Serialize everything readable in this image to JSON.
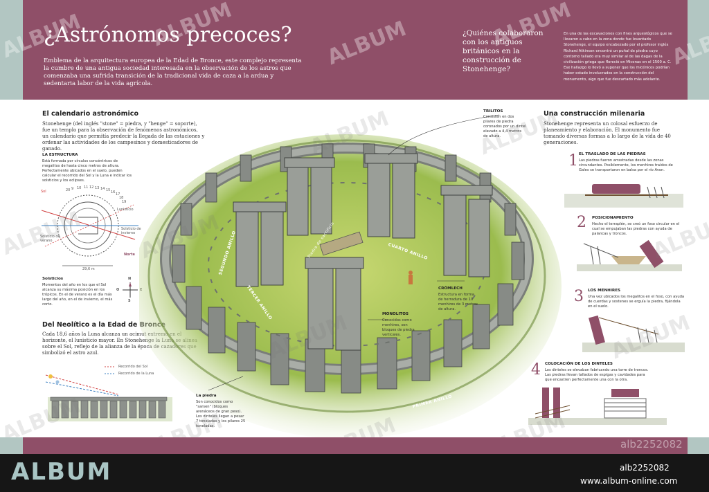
{
  "header": {
    "title": "¿Astrónomos precoces?",
    "lead": "Emblema de la arquitectura europea de la Edad de Bronce, este complejo representa la cumbre de una antigua sociedad interesada en la observación de los astros que comenzaba una sufrida transición de la tradicional vida de caza a la ardua y sedentaria labor de la vida agrícola.",
    "question": "¿Quiénes colaboraron con los antiguos británicos en la construcción de Stonehenge?",
    "excavation": "En una de las excavaciones con fines arqueológicos que se llevaron a cabo en la zona donde fue levantado Stonehenge, el equipo encabezado por el profesor inglés Richard Atkinson encontró un puñal de piedra cuyo contorno tallado era muy similar al de las dagas de la civilización griega que floreció en Micenas en el 1500 a. C. Ese hallazgo lo llevó a suponer que los micénicos podrían haber estado involucrados en la construcción del monumento, algo que fue descartado más adelante."
  },
  "left": {
    "calendar_title": "El calendario astronómico",
    "calendar_text": "Stonehenge (del inglés \"stone\" = piedra, y \"henge\" = soporte), fue un templo para la observación de fenómenos astronómicos, un calendario que permitía predecir la llegada de las estaciones y ordenar las actividades de los campesinos y domesticadores de ganado.",
    "structure_title": "LA ESTRUCTURA",
    "structure_text": "Está formada por círculos concéntricos de megalitos de hasta cinco metros de altura. Perfectamente ubicados en el suelo, pueden calcular el recorrido del Sol y la Luna e indicar los solsticios y los eclipses.",
    "diagram": {
      "sun": "Sol",
      "lunistice": "Lunisticio",
      "summer": "Solsticio de verano",
      "winter": "Solsticio de invierno",
      "north": "Norte",
      "scale": "29,6 m",
      "numbers": [
        "9",
        "10",
        "11",
        "12",
        "13",
        "14",
        "15",
        "16",
        "17",
        "18",
        "19",
        "20"
      ]
    },
    "solstice_title": "Solsticios",
    "solstice_text": "Momentos del año en los que el Sol alcanza su máxima posición en los trópicos. En el de verano es el día más largo del año, en el de invierno, el más corto.",
    "compass": {
      "n": "N",
      "s": "S",
      "e": "E",
      "o": "O"
    },
    "bronze_title": "Del Neolítico a la Edad de Bronce",
    "bronze_text": "Cada 18,6 años la Luna alcanza un acimut extremo en el horizonte, el lunisticio mayor. En Stonehenge la Luna se alinea sobre el Sol, reflejo de la alianza de la época de cazadores que simbolizó el astro azul.",
    "legend_sun": "Recorrido del Sol",
    "legend_moon": "Recorrido de la Luna"
  },
  "center": {
    "trilitos_title": "TRILITOS",
    "trilitos_text": "Consisten en dos pilares de piedra coronados por un dintel elevado a 4,4 metros de altura.",
    "cromlech_title": "CRÓMLECH",
    "cromlech_text": "Estructura en forma de herradura de 10 menhires de 3 metros de altura.",
    "monolitos_title": "MONOLITOS",
    "monolitos_text": "Conocidos como menhires, son bloques de piedra verticales.",
    "piedra_title": "La piedra",
    "piedra_text": "Son conocidos como \"sarsen\" (bloques arenáceos de gran peso). Los dinteles llegan a pesar 7 toneladas y los pilares 25 toneladas.",
    "rings": {
      "segundo": "SEGUNDO ANILLO",
      "tercer": "TERCER ANILLO",
      "cuarto": "CUARTO ANILLO",
      "primer": "PRIMER ANILLO",
      "altar": "Piedra de sacrificio"
    }
  },
  "right": {
    "title": "Una construcción milenaria",
    "text": "Stonehenge representa un colosal esfuerzo de planeamiento y elaboración. El monumento fue tomando diversas formas a lo largo de la vida de 40 generaciones.",
    "steps": [
      {
        "num": "1",
        "title": "EL TRASLADO DE LAS PIEDRAS",
        "text": "Las piedras fueron arrastradas desde las zonas circundantes. Posiblemente, los menhires traídos de Gales se transportaron en balsa por el río Avon."
      },
      {
        "num": "2",
        "title": "POSICIONAMIENTO",
        "text": "Hecho el terraplén, se creó un foso circular en el cual se empujaban las piedras con ayuda de palancas y troncos."
      },
      {
        "num": "3",
        "title": "LOS MENHIRES",
        "text": "Una vez ubicados los megalitos en el foso, con ayuda de cuerdas y sostenes se erguía la piedra, fijándola en el suelo."
      },
      {
        "num": "4",
        "title": "COLOCACIÓN DE LOS DINTELES",
        "text": "Los dinteles se elevaban fabricando una torre de troncos. Las piedras llevan tallados de espigas y cavidades para que encastren perfectamente una con la otra."
      }
    ]
  },
  "footer": {
    "brand": "ALBUM",
    "ref": "alb2252082",
    "url": "www.album-online.com",
    "ref_ghost": "alb2252082"
  },
  "watermarks": [
    "ALBUM",
    "ALBUM",
    "ALBUM",
    "ALBUM",
    "ALBUM",
    "ALBUM",
    "ALBUM",
    "ALBUM",
    "ALBUM",
    "ALBUM",
    "ALBUM",
    "ALBUM",
    "ALBUM",
    "ALBUM",
    "ALBUM",
    "ALBUM"
  ],
  "colors": {
    "header_band": "#8f4f68",
    "side_band": "#b2c6c2",
    "grass": "#8bb04a",
    "stone": "#8d918c",
    "brand": "#a9c5c4"
  }
}
